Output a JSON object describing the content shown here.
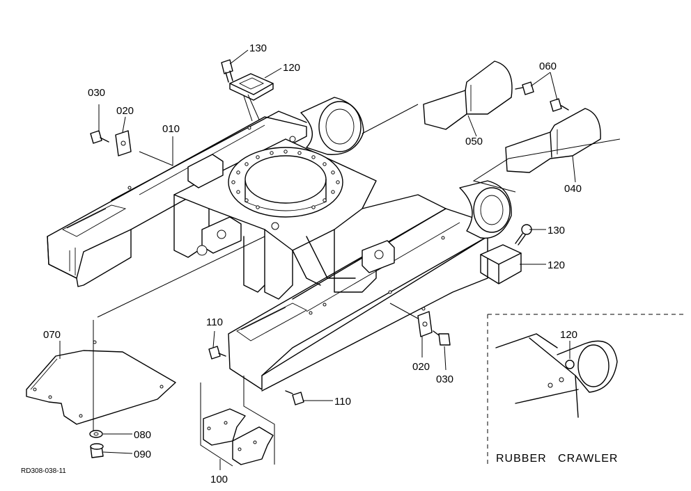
{
  "labels": {
    "p130_top": "130",
    "p120_top": "120",
    "p030_left": "030",
    "p020_left": "020",
    "p010": "010",
    "p060": "060",
    "p050": "050",
    "p040": "040",
    "p130_right": "130",
    "p120_right": "120",
    "p110_upper": "110",
    "p070": "070",
    "p020_right": "020",
    "p030_right": "030",
    "p110_lower": "110",
    "p080": "080",
    "p090": "090",
    "p100": "100",
    "p120_inset": "120"
  },
  "inset_caption": "RUBBER   CRAWLER",
  "reference_code": "RD308-038-11"
}
